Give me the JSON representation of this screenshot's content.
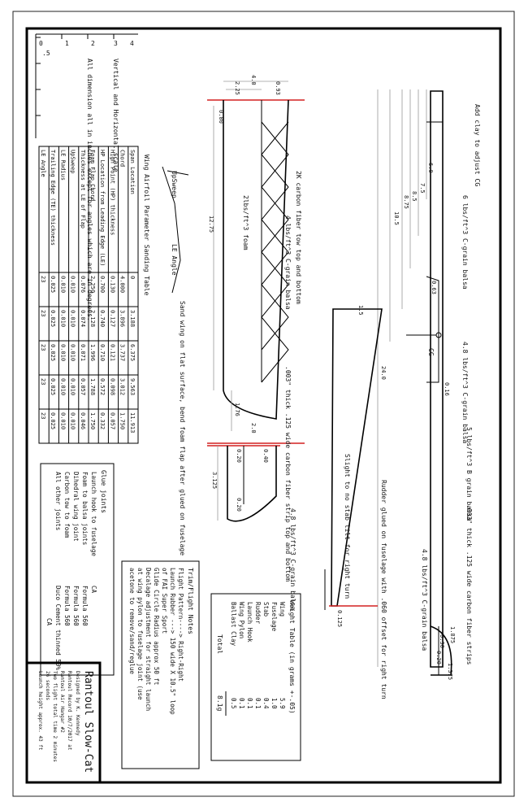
{
  "sheet": {
    "title": "Rantoul Slow-Cat",
    "designer_note": "Designed by K. Kennedy",
    "record_lines": [
      "Rantoul Record 10/7/2017 at",
      "Rantoul Air Hangar #2",
      "Two flight total time 2 minutes",
      "26 seconds",
      "Launch height approx. 43 ft"
    ]
  },
  "scale": {
    "ticks": [
      "0",
      ".5",
      "1",
      "2",
      "3",
      "4"
    ],
    "label": "Vertical and Horizontal scale",
    "note": "All dimension all in inches except for angles which are in degrees."
  },
  "airfoil_table": {
    "title": "Wing Airfoil Parameter Sanding Table",
    "rows": [
      {
        "label": "Span Location",
        "values": [
          "0",
          "3.188",
          "6.375",
          "9.563",
          "11.913"
        ]
      },
      {
        "label": "Chord",
        "values": [
          "4.000",
          "3.896",
          "3.737",
          "3.012",
          "1.750"
        ]
      },
      {
        "label": "High Point (HP) thickness",
        "values": [
          "0.130",
          "0.127",
          "0.121",
          "0.098",
          "0.057"
        ]
      },
      {
        "label": "HP Location from Leading Edge (LE)",
        "values": [
          "0.700",
          "0.740",
          "0.710",
          "0.572",
          "0.332"
        ]
      },
      {
        "label": "Foam Flap Chord",
        "values": [
          "2.250",
          "2.128",
          "1.996",
          "1.788",
          "1.750"
        ]
      },
      {
        "label": "Thickness at LE of Flap",
        "values": [
          "0.076",
          "0.074",
          "0.071",
          "0.057",
          "0.046"
        ]
      },
      {
        "label": "UpSweep",
        "values": [
          "0.010",
          "0.010",
          "0.010",
          "0.010",
          "0.010"
        ]
      },
      {
        "label": "LE Radius",
        "values": [
          "0.010",
          "0.010",
          "0.010",
          "0.010",
          "0.010"
        ]
      },
      {
        "label": "Trailing Edge (TE) thickness",
        "values": [
          "0.025",
          "0.025",
          "0.025",
          "0.025",
          "0.025"
        ]
      },
      {
        "label": "LE Angle",
        "values": [
          "23",
          "23",
          "23",
          "23",
          "23"
        ]
      }
    ]
  },
  "airfoil_sketch": {
    "upsweep_label": "UpSweep",
    "le_angle_label": "LE Angle",
    "sand_note": "Sand wing on flat surface, bend foam flap after glued on fuselage"
  },
  "glue_notes": {
    "title": "Glue joints",
    "rows": [
      {
        "joint": "Launch hook to fuselage",
        "glue": "CA"
      },
      {
        "joint": "Foam to balsa joints",
        "glue": "Formula 560"
      },
      {
        "joint": "Dihedral wing joint",
        "glue": "Formula 560"
      },
      {
        "joint": "Carbon tow to foam",
        "glue": "Formula 560"
      },
      {
        "joint": "All other joints",
        "glue": "Duco Cement thinned 50%"
      }
    ],
    "extra": "CA"
  },
  "trim_notes": {
    "title": "Trim/Flight Notes",
    "lines": [
      "Flight Pattern----> Right-Right",
      "Launch Rubber ---> 150 wide X 10.5\" loop",
      "                       of FAI Super Sport",
      "Glide Circle Radius approx 50 ft",
      "Decalage adjustment for straight launch",
      "at wing pylon to fuselage joint (use",
      "acetone to remove/sand/reglue"
    ]
  },
  "weight_table": {
    "title": "Weight Table (in grams +-.05)",
    "rows": [
      {
        "item": "Wing",
        "grams": "5.9"
      },
      {
        "item": "Fuselage",
        "grams": "1.0"
      },
      {
        "item": "Stab",
        "grams": "0.4"
      },
      {
        "item": "Rudder",
        "grams": "0.1"
      },
      {
        "item": "Launch Hook",
        "grams": "0.1"
      },
      {
        "item": "Wing Pylon",
        "grams": "0.1"
      },
      {
        "item": "Ballast Clay",
        "grams": "0.5"
      }
    ],
    "total_label": "Total",
    "total_value": "8.1g"
  },
  "wing_labels": {
    "carbon_tow": "2K carbon fiber tow top and bottom",
    "c_grain_4": "4 lbs/ft^3 C-grain balsa",
    "foam": "2lbs/ft^3 foam",
    "carbon_strip": ".003\" thick .125 wide carbon fiber strip top and bottom",
    "span_dim": "12.75",
    "chord_dim": "4.0",
    "tip_dim": "1.76",
    "dim_225": "2.25",
    "dim_093": "0.93",
    "dim_000": "0.00"
  },
  "stab_labels": {
    "c_grain_48": "4.8 lbs/ft^3 C-grain balsa",
    "span": "3.125",
    "d20": "2.0",
    "d040": "0.40",
    "d020a": "0.20",
    "d020b": "0.20"
  },
  "fuselage_labels": {
    "add_clay": "Add clay to adjust CG",
    "c_grain_6": "6 lbs/ft^3 C-grain balsa",
    "c_grain_48": "4.8 lbs/ft^3 C-grain balsa",
    "cg": "CG",
    "b_grain_5": "5 lbs/ft^3 B grain balsa",
    "carbon_strips": ".003\" thick .125 wide carbon fiber strips",
    "c_grain_48_tail": "4.8 lbs/ft^3 C-grain balsa",
    "rudder_note": "Rudder glued on fuselage with .060 offset for right turn",
    "stab_tilt": "Slight to no stab tilt for right turn",
    "total_len": "24.0",
    "d60": "6.0",
    "d75": "7.5",
    "d85": "8.5",
    "d875": "8.75",
    "d105": "10.5",
    "d063": "0.63",
    "d016": "0.16",
    "d15": "1.5",
    "d1875": "1.875",
    "d1375": "1.375",
    "d0125": "0.125",
    "d030": "0.30",
    "d020": "0.20"
  }
}
